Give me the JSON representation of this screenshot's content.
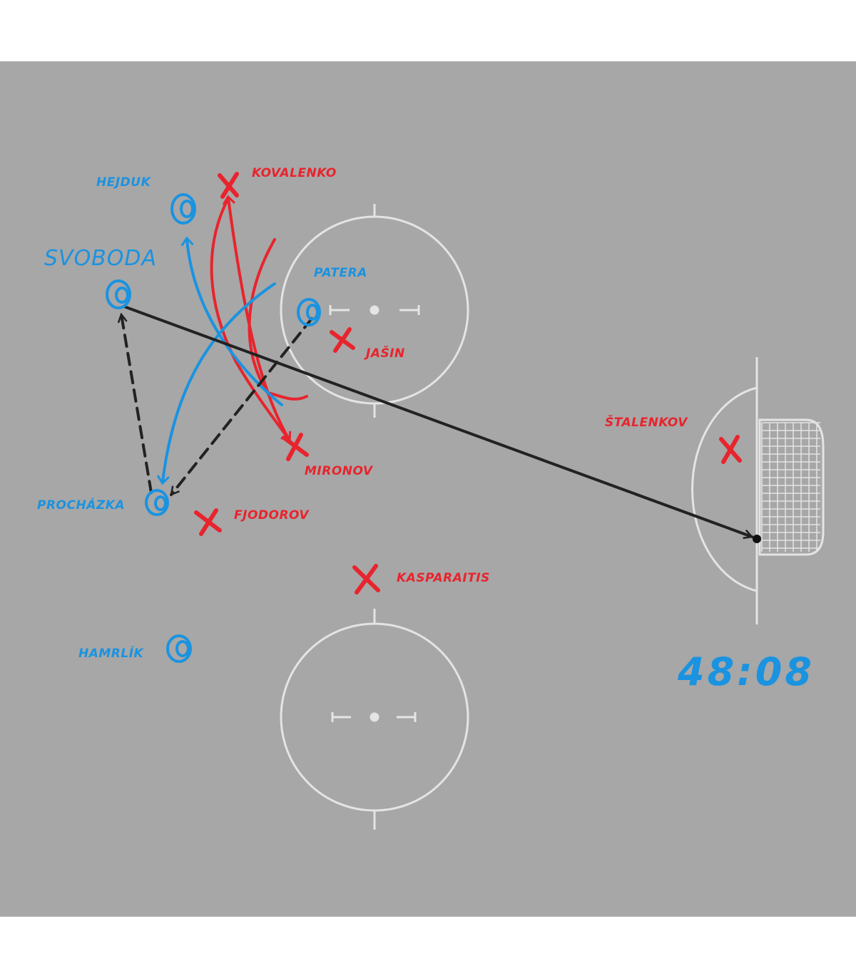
{
  "colors": {
    "background": "#a7a7a7",
    "rink_lines": "#e4e4e4",
    "team_blue": "#1a93e0",
    "team_red": "#e8242d",
    "pass_lines": "#222222"
  },
  "players_blue": [
    {
      "name": "HEJDUK"
    },
    {
      "name": "SVOBODA"
    },
    {
      "name": "PATERA"
    },
    {
      "name": "PROCHÁZKA"
    },
    {
      "name": "HAMRLÍK"
    }
  ],
  "players_red": [
    {
      "name": "KOVALENKO"
    },
    {
      "name": "JAŠIN"
    },
    {
      "name": "MIRONOV"
    },
    {
      "name": "FJODOROV"
    },
    {
      "name": "KASPARAITIS"
    },
    {
      "name": "ŠTALENKOV"
    }
  ],
  "clock": "48:08"
}
